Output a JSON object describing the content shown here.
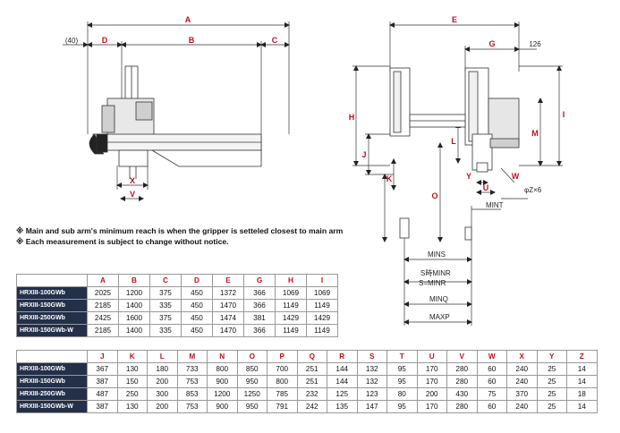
{
  "dims": {
    "A": "A",
    "B": "B",
    "C": "C",
    "D": "D",
    "E": "E",
    "G": "G",
    "H": "H",
    "I": "I",
    "J": "J",
    "K": "K",
    "L": "L",
    "M": "M",
    "O": "O",
    "V": "V",
    "W": "W",
    "X": "X",
    "Y": "Y",
    "U": "U",
    "Z6": "φZ×6",
    "offset40": "(40)",
    "offset126": "126",
    "minT": "MINT",
    "minS": "MINS",
    "sminR": "S時MINR",
    "seqR": "S=MINR",
    "minQ": "MINQ",
    "maxP": "MAXP"
  },
  "notes": [
    "※ Main and sub arm's minimum reach is when the gripper is setteled closest to main arm",
    "※ Each measurement is subject to change without notice."
  ],
  "table1": {
    "headers": [
      "A",
      "B",
      "C",
      "D",
      "E",
      "G",
      "H",
      "I"
    ],
    "rows": [
      {
        "model": "HRXIII-100GWb",
        "values": [
          "2025",
          "1200",
          "375",
          "450",
          "1372",
          "366",
          "1069",
          "1069"
        ]
      },
      {
        "model": "HRXIII-150GWb",
        "values": [
          "2185",
          "1400",
          "335",
          "450",
          "1470",
          "366",
          "1149",
          "1149"
        ]
      },
      {
        "model": "HRXIII-250GWb",
        "values": [
          "2425",
          "1600",
          "375",
          "450",
          "1474",
          "381",
          "1429",
          "1429"
        ]
      },
      {
        "model": "HRXIII-150GWb-W",
        "values": [
          "2185",
          "1400",
          "335",
          "450",
          "1470",
          "366",
          "1149",
          "1149"
        ]
      }
    ]
  },
  "table2": {
    "headers": [
      "J",
      "K",
      "L",
      "M",
      "N",
      "O",
      "P",
      "Q",
      "R",
      "S",
      "T",
      "U",
      "V",
      "W",
      "X",
      "Y",
      "Z"
    ],
    "rows": [
      {
        "model": "HRXIII-100GWb",
        "values": [
          "367",
          "130",
          "180",
          "733",
          "800",
          "850",
          "700",
          "251",
          "144",
          "132",
          "95",
          "170",
          "280",
          "60",
          "240",
          "25",
          "14"
        ]
      },
      {
        "model": "HRXIII-150GWb",
        "values": [
          "387",
          "150",
          "200",
          "753",
          "900",
          "950",
          "800",
          "251",
          "144",
          "132",
          "95",
          "170",
          "280",
          "60",
          "240",
          "25",
          "14"
        ]
      },
      {
        "model": "HRXIII-250GWb",
        "values": [
          "487",
          "250",
          "300",
          "853",
          "1200",
          "1250",
          "785",
          "232",
          "125",
          "123",
          "80",
          "200",
          "430",
          "75",
          "370",
          "25",
          "18"
        ]
      },
      {
        "model": "HRXIII-150GWb-W",
        "values": [
          "387",
          "130",
          "200",
          "753",
          "900",
          "950",
          "791",
          "242",
          "135",
          "147",
          "95",
          "170",
          "280",
          "60",
          "240",
          "25",
          "14"
        ]
      }
    ]
  },
  "colors": {
    "accent": "#c0101b",
    "header_dark": "#23304a",
    "line": "#333333"
  }
}
